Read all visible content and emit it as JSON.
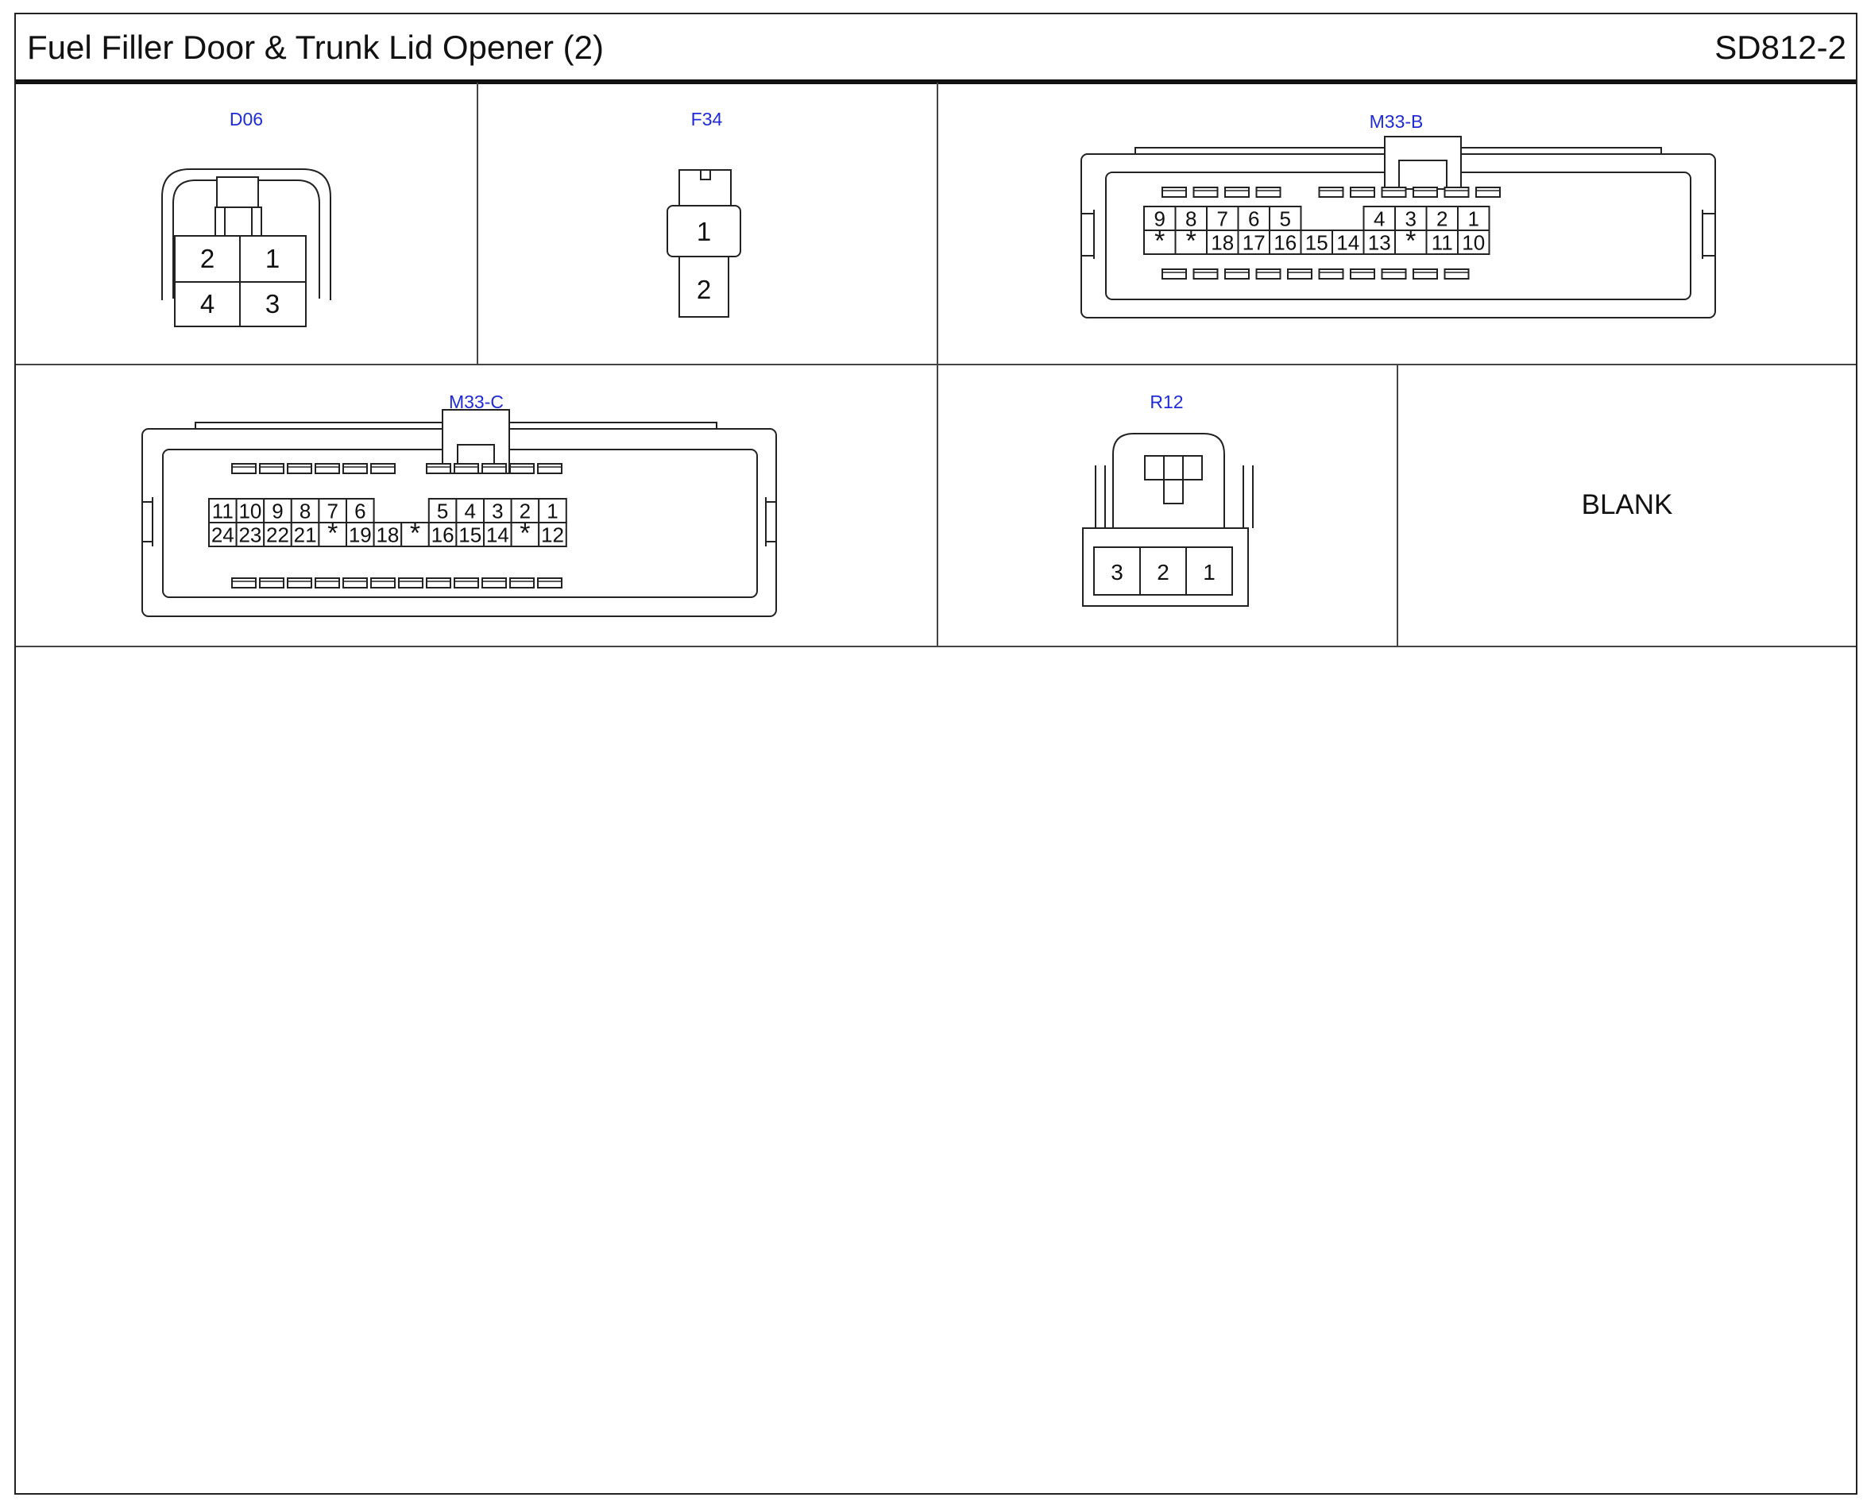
{
  "header": {
    "title": "Fuel Filler Door & Trunk Lid Opener (2)",
    "code": "SD812-2"
  },
  "connectors": {
    "d06": {
      "name": "D06",
      "rows": [
        [
          "2",
          "1"
        ],
        [
          "4",
          "3"
        ]
      ]
    },
    "f34": {
      "name": "F34",
      "pins": [
        "1",
        "2"
      ]
    },
    "m33b": {
      "name": "M33-B",
      "top": [
        "9",
        "8",
        "7",
        "6",
        "5",
        "",
        "",
        "4",
        "3",
        "2",
        "1"
      ],
      "bottom": [
        "*",
        "*",
        "18",
        "17",
        "16",
        "15",
        "14",
        "13",
        "*",
        "11",
        "10"
      ]
    },
    "m33c": {
      "name": "M33-C",
      "top": [
        "11",
        "10",
        "9",
        "8",
        "7",
        "6",
        "",
        "",
        "5",
        "4",
        "3",
        "2",
        "1"
      ],
      "bottom": [
        "24",
        "23",
        "22",
        "21",
        "*",
        "19",
        "18",
        "*",
        "16",
        "15",
        "14",
        "*",
        "12"
      ]
    },
    "r12": {
      "name": "R12",
      "pins": [
        "3",
        "2",
        "1"
      ]
    }
  },
  "blank_cell": {
    "text": "BLANK"
  }
}
